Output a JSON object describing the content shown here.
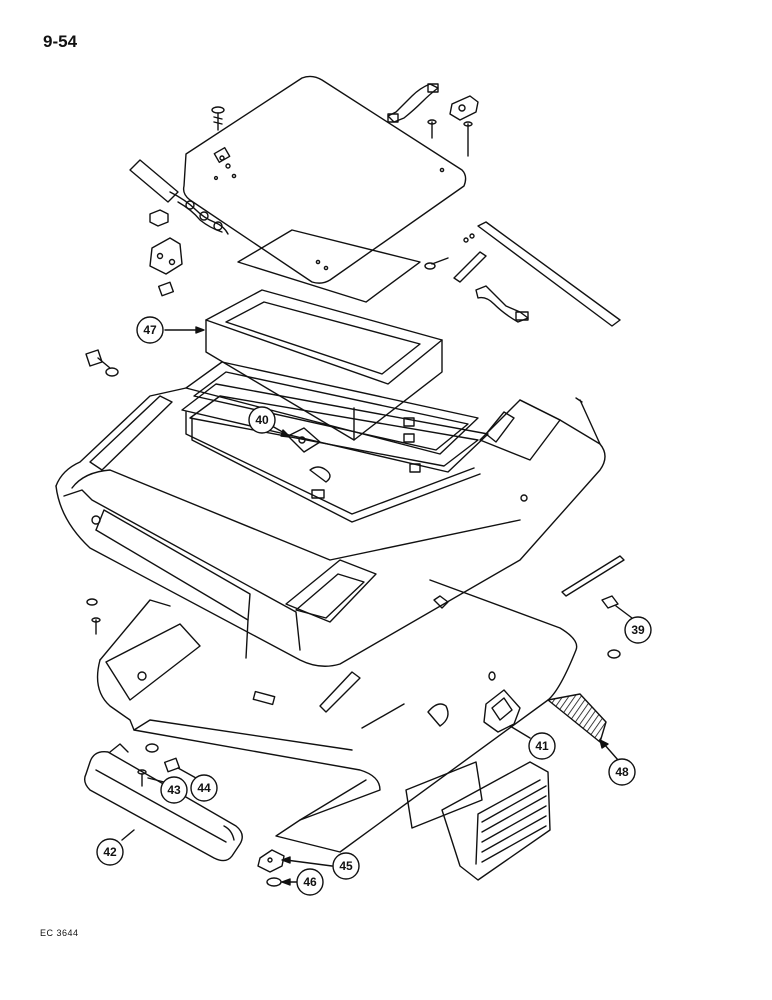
{
  "page": {
    "number": "9-54",
    "reference": "EC 3644"
  },
  "callouts": [
    {
      "id": "c47",
      "label": "47"
    },
    {
      "id": "c40",
      "label": "40"
    },
    {
      "id": "c39",
      "label": "39"
    },
    {
      "id": "c41",
      "label": "41"
    },
    {
      "id": "c48",
      "label": "48"
    },
    {
      "id": "c43",
      "label": "43"
    },
    {
      "id": "c44",
      "label": "44"
    },
    {
      "id": "c42",
      "label": "42"
    },
    {
      "id": "c45",
      "label": "45"
    },
    {
      "id": "c46",
      "label": "46"
    }
  ]
}
